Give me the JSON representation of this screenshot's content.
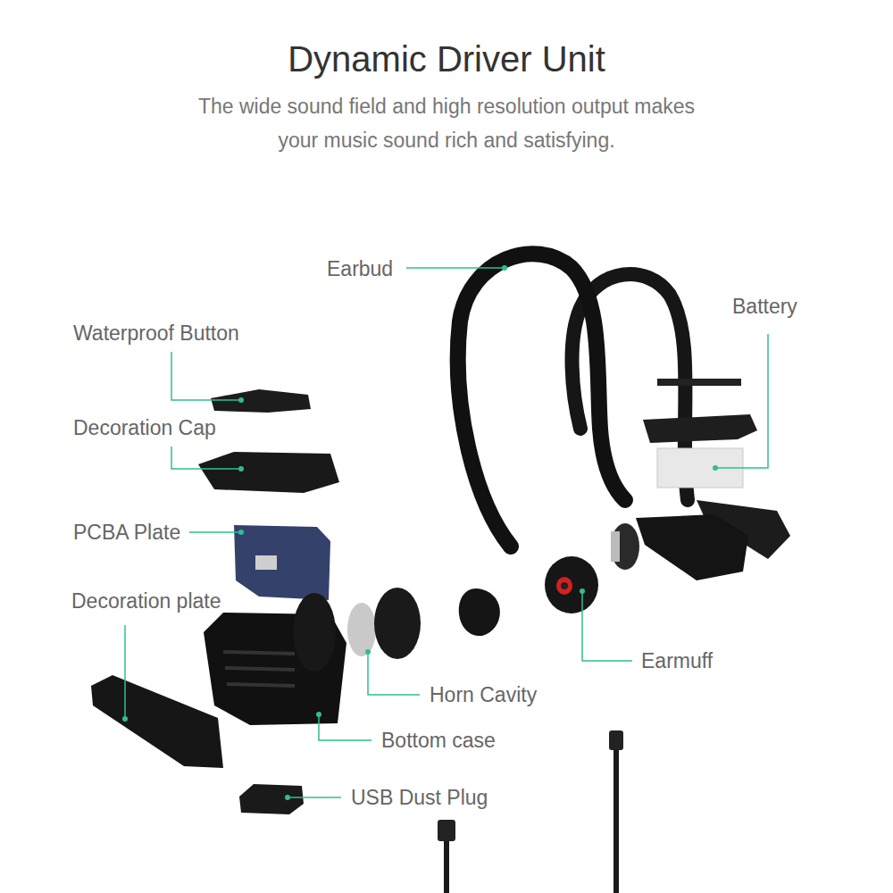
{
  "diagram": {
    "title": "Dynamic Driver Unit",
    "caption": "The wide sound field and high resolution output makes your music sound rich and satisfying.",
    "labels": [
      "Earbud",
      "Battery",
      "Waterproof Button",
      "Decoration Cap",
      "PCBA Plate",
      "Decoration plate",
      "Earmuff",
      "Horn Cavity",
      "Bottom case",
      "USB Dust Plug"
    ]
  }
}
